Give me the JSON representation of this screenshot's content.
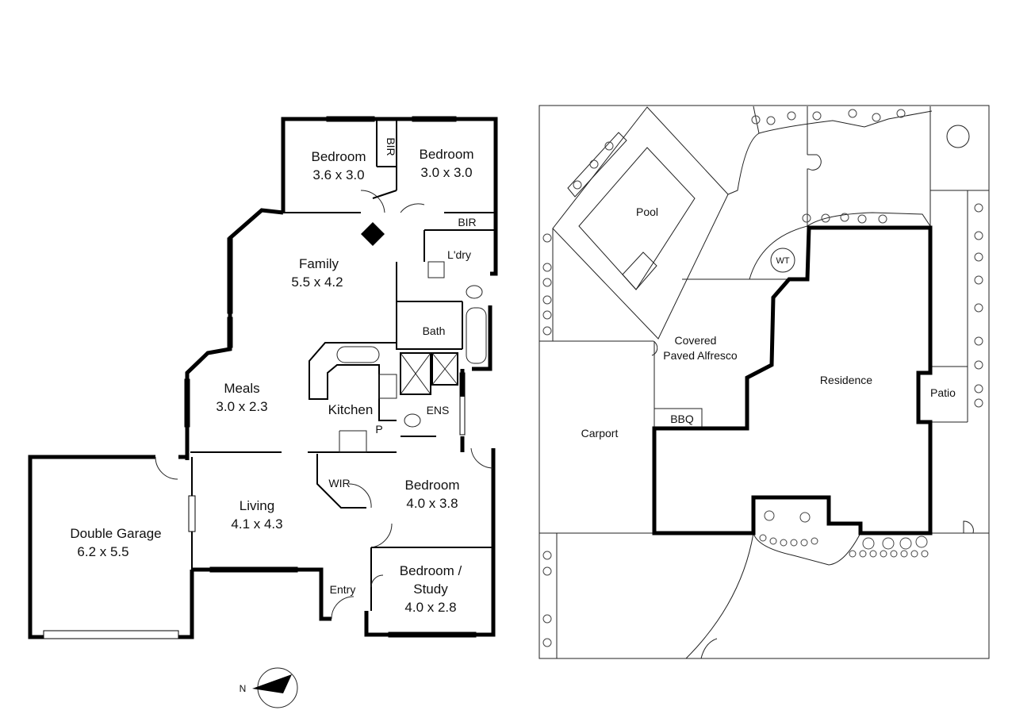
{
  "floor_plan": {
    "rooms": [
      {
        "id": "bedroom1",
        "name": "Bedroom",
        "dims": "3.6 x 3.0"
      },
      {
        "id": "bedroom2",
        "name": "Bedroom",
        "dims": "3.0 x 3.0"
      },
      {
        "id": "family",
        "name": "Family",
        "dims": "5.5 x 4.2"
      },
      {
        "id": "meals",
        "name": "Meals",
        "dims": "3.0 x 2.3"
      },
      {
        "id": "living",
        "name": "Living",
        "dims": "4.1 x 4.3"
      },
      {
        "id": "garage",
        "name": "Double Garage",
        "dims": "6.2 x 5.5"
      },
      {
        "id": "bedroom3",
        "name": "Bedroom",
        "dims": "4.0 x 3.8"
      },
      {
        "id": "study",
        "name": "Bedroom /",
        "name2": "Study",
        "dims": "4.0 x 2.8"
      }
    ],
    "labels": {
      "bir1": "BIR",
      "bir2": "BIR",
      "laundry": "L'dry",
      "bath": "Bath",
      "kitchen": "Kitchen",
      "ens": "ENS",
      "pantry": "P",
      "wir": "WIR",
      "entry": "Entry"
    },
    "compass_label": "N"
  },
  "site_plan": {
    "pool": "Pool",
    "wt": "WT",
    "alfresco_line1": "Covered",
    "alfresco_line2": "Paved Alfresco",
    "residence": "Residence",
    "patio": "Patio",
    "bbq": "BBQ",
    "carport": "Carport"
  }
}
